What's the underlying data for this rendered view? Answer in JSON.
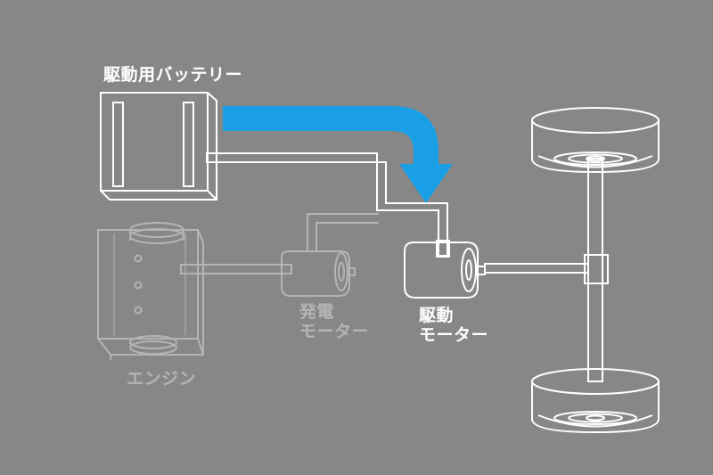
{
  "labels": {
    "battery": "駆動用バッテリー",
    "generator_line1": "発電",
    "generator_line2": "モーター",
    "drive_motor_line1": "駆動",
    "drive_motor_line2": "モーター",
    "engine": "エンジン"
  },
  "colors": {
    "background": "#878787",
    "active_line": "#ffffff",
    "inactive_line": "#b4b4b4",
    "flow_arrow": "#1a9fe6"
  }
}
